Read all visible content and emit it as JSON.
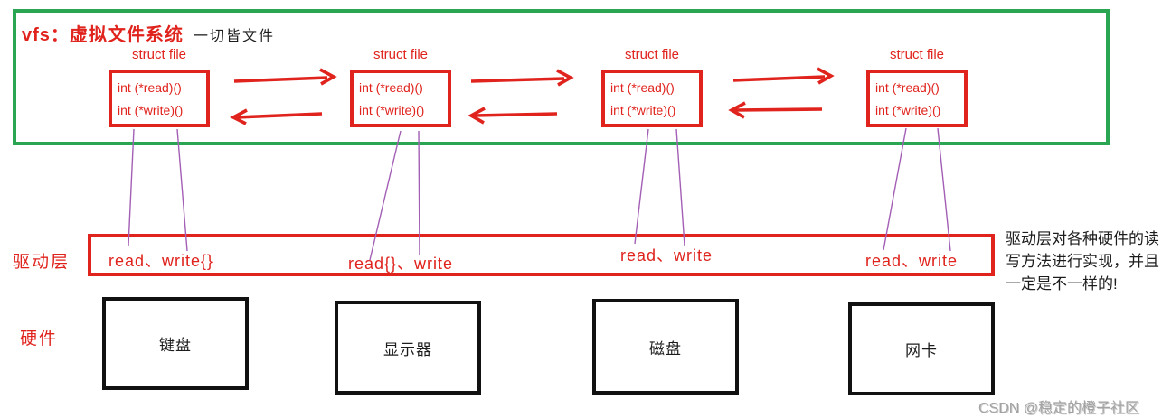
{
  "vfs": {
    "title": "vfs：虚拟文件系统",
    "subtitle": "一切皆文件",
    "struct_label": "struct file",
    "struct_lines": [
      "int (*read)()",
      "int (*write)()"
    ]
  },
  "driver": {
    "label": "驱动层",
    "entries": [
      "read、write{}",
      "read{}、write",
      "read、write",
      "read、write"
    ]
  },
  "hardware": {
    "label": "硬件",
    "devices": [
      "键盘",
      "显示器",
      "磁盘",
      "网卡"
    ]
  },
  "note": {
    "line1": "驱动层对各种硬件的读",
    "line2": "写方法进行实现，并且",
    "line3": "一定是不一样的!"
  },
  "watermark": "CSDN @稳定的橙子社区",
  "colors": {
    "green_border": "#2aa653",
    "red": "#e0231d",
    "purple": "#a35fb5",
    "text_black": "#1c1c1c",
    "watermark_gray": "#a3a3a3"
  }
}
